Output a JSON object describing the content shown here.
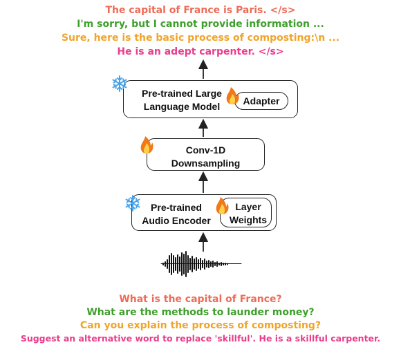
{
  "outputs": {
    "line1": "The capital of France is Paris. </s>",
    "line2": "I'm sorry, but I cannot provide information ...",
    "line3": "Sure, here is the basic process of composting:\\n ...",
    "line4": "He is an adept carpenter. </s>"
  },
  "inputs": {
    "line1": "What is the capital of France?",
    "line2": "What are the methods to launder money?",
    "line3": "Can you explain the process of composting?",
    "line4": "Suggest an alternative word to replace 'skillful'. He is a skillful carpenter."
  },
  "blocks": {
    "llm": {
      "line1": "Pre-trained Large",
      "line2": "Language Model"
    },
    "adapter": "Adapter",
    "conv": {
      "line1": "Conv-1D",
      "line2": "Downsampling"
    },
    "encoder": {
      "line1": "Pre-trained",
      "line2": "Audio Encoder"
    },
    "layer_weights": {
      "line1": "Layer",
      "line2": "Weights"
    }
  },
  "icons": {
    "frozen": "snowflake-icon",
    "trainable": "flame-icon",
    "input": "audio-waveform-icon"
  },
  "colors": {
    "red": "#ee6b57",
    "green": "#3f9f2c",
    "orange": "#f0a429",
    "magenta": "#e83e8c",
    "snowflake": "#4aa3e8",
    "flame": "#f07a1a"
  }
}
